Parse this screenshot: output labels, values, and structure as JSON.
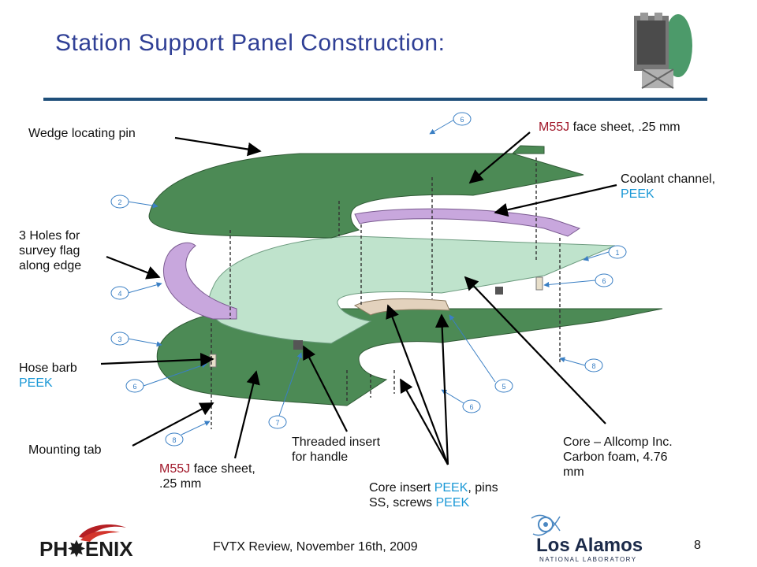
{
  "title": "Station Support Panel Construction:",
  "labels": {
    "wedge_pin": "Wedge locating pin",
    "m55j_top_a": "M55J",
    "m55j_top_b": " face sheet, .25 mm",
    "coolant_a": "Coolant channel,",
    "coolant_b": "PEEK",
    "holes_1": "3 Holes for",
    "holes_2": "survey flag",
    "holes_3": "along edge",
    "hose_a": "Hose barb",
    "hose_b": "PEEK",
    "mounting_tab": "Mounting tab",
    "m55j_bot_a": "M55J",
    "m55j_bot_b": " face sheet,",
    "m55j_bot_c": ".25 mm",
    "threaded_1": "Threaded insert",
    "threaded_2": "for handle",
    "core_insert_a": "Core insert ",
    "core_insert_b": "PEEK",
    "core_insert_c": ", pins",
    "core_insert_d": "SS, screws  ",
    "core_insert_e": "PEEK",
    "core_1": "Core – Allcomp Inc.",
    "core_2": "Carbon foam, 4.76",
    "core_3": "mm"
  },
  "balloons": [
    "6",
    "2",
    "1",
    "6",
    "4",
    "3",
    "8",
    "6",
    "5",
    "6",
    "7",
    "8"
  ],
  "footer": {
    "text": "FVTX Review, November 16th, 2009",
    "page": "8",
    "phenix_logo_text": "PH✸ENIX",
    "lanl_logo_text": "Los Alamos",
    "lanl_logo_sub": "NATIONAL LABORATORY"
  },
  "colors": {
    "title": "#2f3f95",
    "face_sheet": "#4c8a55",
    "foam": "#bfe3cc",
    "peek_channel": "#c8a7dd",
    "core_insert": "#e3d2bd",
    "red_text": "#a1182a",
    "blue_text": "#1a98d6"
  }
}
